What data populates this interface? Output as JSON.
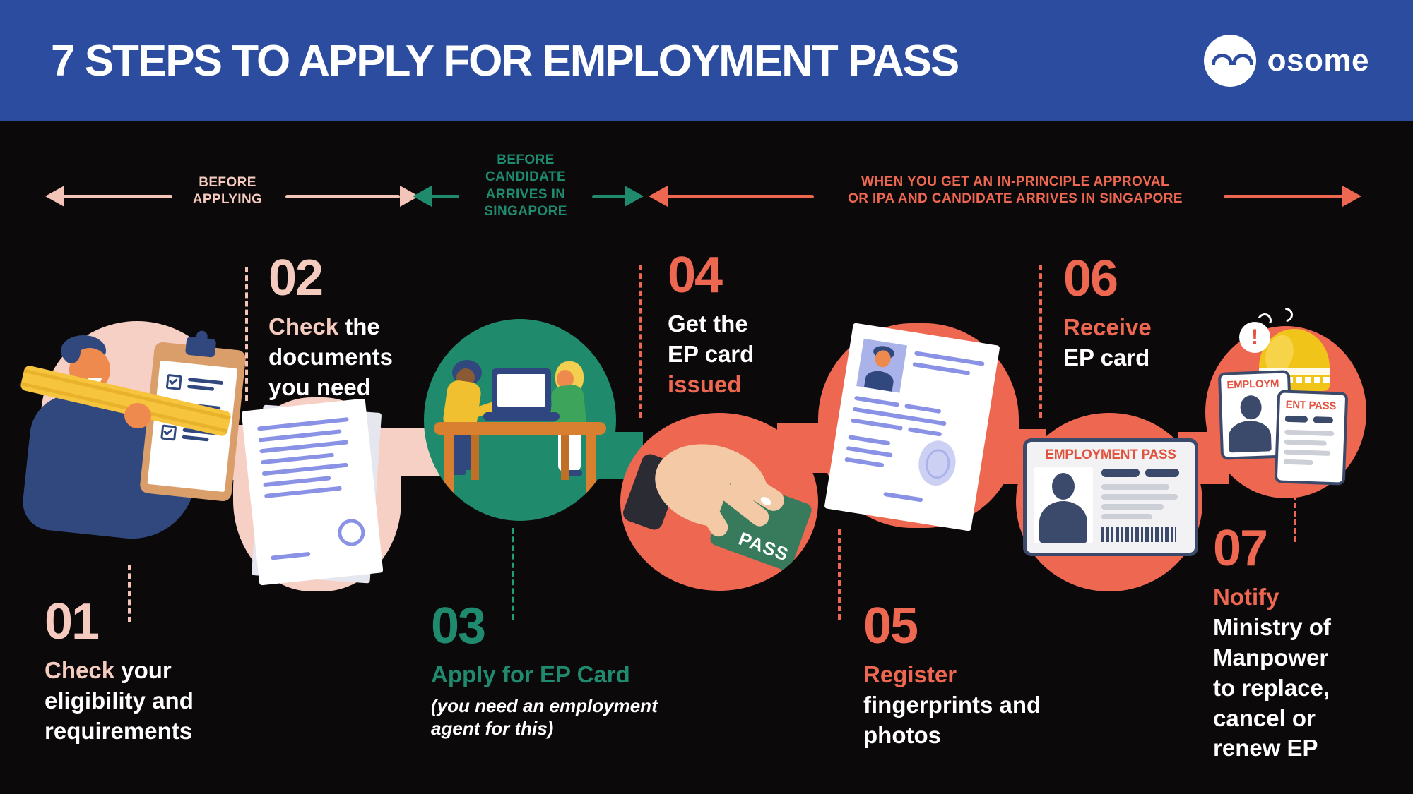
{
  "colors": {
    "header_blue": "#2b4c9f",
    "pink": "#f5cbbf",
    "green": "#1f8a6e",
    "salmon": "#ed6751",
    "background": "#0c090a",
    "illustration_navy": "#31487f",
    "card_navy": "#3b4a6b",
    "pass_card_green": "#377a5c",
    "bell_yellow": "#f0c419"
  },
  "header": {
    "title": "7 STEPS TO APPLY FOR EMPLOYMENT PASS",
    "brand": "osome"
  },
  "phases": [
    {
      "label": "BEFORE\nAPPLYING"
    },
    {
      "label": "BEFORE\nCANDIDATE\nARRIVES IN\nSINGAPORE"
    },
    {
      "label": "WHEN YOU GET AN IN-PRINCIPLE APPROVAL\nOR IPA AND CANDIDATE ARRIVES IN SINGAPORE"
    }
  ],
  "steps": [
    {
      "number": "01",
      "pre": "",
      "highlight": "Check",
      "rest": " your\neligibility and\nrequirements",
      "sub": ""
    },
    {
      "number": "02",
      "pre": "",
      "highlight": "Check",
      "rest": " the\ndocuments\nyou need",
      "sub": ""
    },
    {
      "number": "03",
      "pre": "",
      "highlight": "Apply for EP Card",
      "rest": "",
      "sub": "(you need an employment\nagent for this)"
    },
    {
      "number": "04",
      "pre": "Get the\nEP card\n",
      "highlight": "issued",
      "rest": "",
      "sub": ""
    },
    {
      "number": "05",
      "pre": "",
      "highlight": "Register",
      "rest": "\nfingerprints and\nphotos",
      "sub": ""
    },
    {
      "number": "06",
      "pre": "",
      "highlight": "Receive",
      "rest": "\nEP card",
      "sub": ""
    },
    {
      "number": "07",
      "pre": "",
      "highlight": "Notify",
      "rest": "\nMinistry of\nManpower\nto replace,\ncancel or\nrenew EP",
      "sub": ""
    }
  ],
  "illustrations": {
    "pass_card_label": "PASS",
    "ep_card_title": "EMPLOYMENT PASS",
    "torn_card_title_left": "EMPLOYM",
    "torn_card_title_right": "ENT PASS",
    "alert": "!"
  }
}
